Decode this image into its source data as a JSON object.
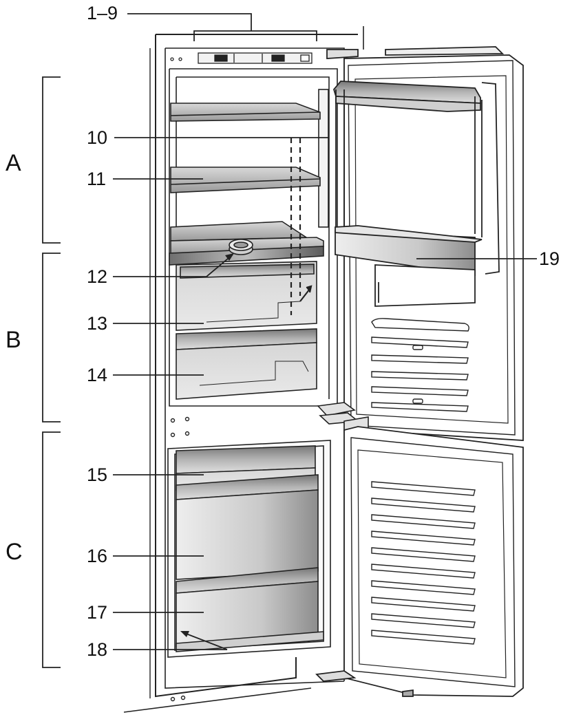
{
  "section_labels": {
    "a": "A",
    "b": "B",
    "c": "C"
  },
  "callouts": {
    "c1_9": "1–9",
    "c10": "10",
    "c11": "11",
    "c12": "12",
    "c13": "13",
    "c14": "14",
    "c15": "15",
    "c16": "16",
    "c17": "17",
    "c18": "18",
    "c19": "19"
  }
}
